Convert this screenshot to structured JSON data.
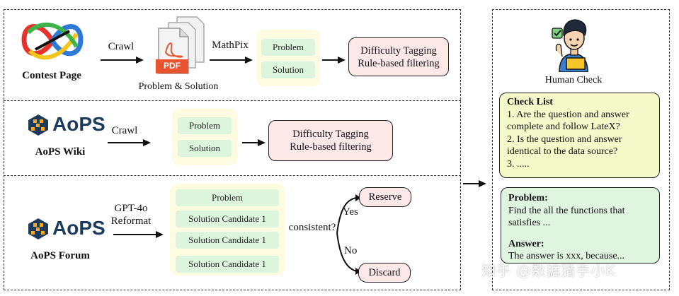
{
  "sources": {
    "contest": {
      "label": "Contest Page"
    },
    "aops_wiki": {
      "logo_text": "AoPS",
      "label": "AoPS Wiki"
    },
    "aops_forum": {
      "logo_text": "AoPS",
      "label": "AoPS Forum"
    }
  },
  "row1": {
    "crawl": "Crawl",
    "pdf_badge": "PDF",
    "pdf_caption": "Problem & Solution",
    "mathpix": "MathPix",
    "items": [
      "Problem",
      "Solution"
    ],
    "filter": [
      "Difficulty Tagging",
      "Rule-based filtering"
    ]
  },
  "row2": {
    "crawl": "Crawl",
    "items": [
      "Problem",
      "Solution"
    ],
    "filter": [
      "Difficulty Tagging",
      "Rule-based filtering"
    ]
  },
  "row3": {
    "reformat": [
      "GPT-4o",
      "Reformat"
    ],
    "items": [
      "Problem",
      "Solution Candidate 1",
      "Solution Candidate 1",
      "Solution Candidate 1"
    ],
    "consistent": "consistent?",
    "yes": "Yes",
    "no": "No",
    "reserve": "Reserve",
    "discard": "Discard"
  },
  "human_check": {
    "label": "Human Check",
    "checklist_title": "Check List",
    "checklist_items": [
      "1. Are the question and answer complete and follow LateX?",
      "2. Is the question and answer identical to the data source?",
      "3. ....."
    ],
    "problem_title": "Problem:",
    "problem_text": "Find the all the functions that satisfies ...",
    "answer_title": "Answer:",
    "answer_text": "The answer is xxx, because..."
  },
  "watermark": "知乎 @数据猎手小K",
  "colors": {
    "pill_green": "#dcf5dc",
    "pink_box": "#fde8e8",
    "checklist_bg": "#f3f9c9",
    "problem_bg": "#dff5df",
    "glow_yellow": "#fdfbe0",
    "aops_navy": "#1b3a5c"
  }
}
